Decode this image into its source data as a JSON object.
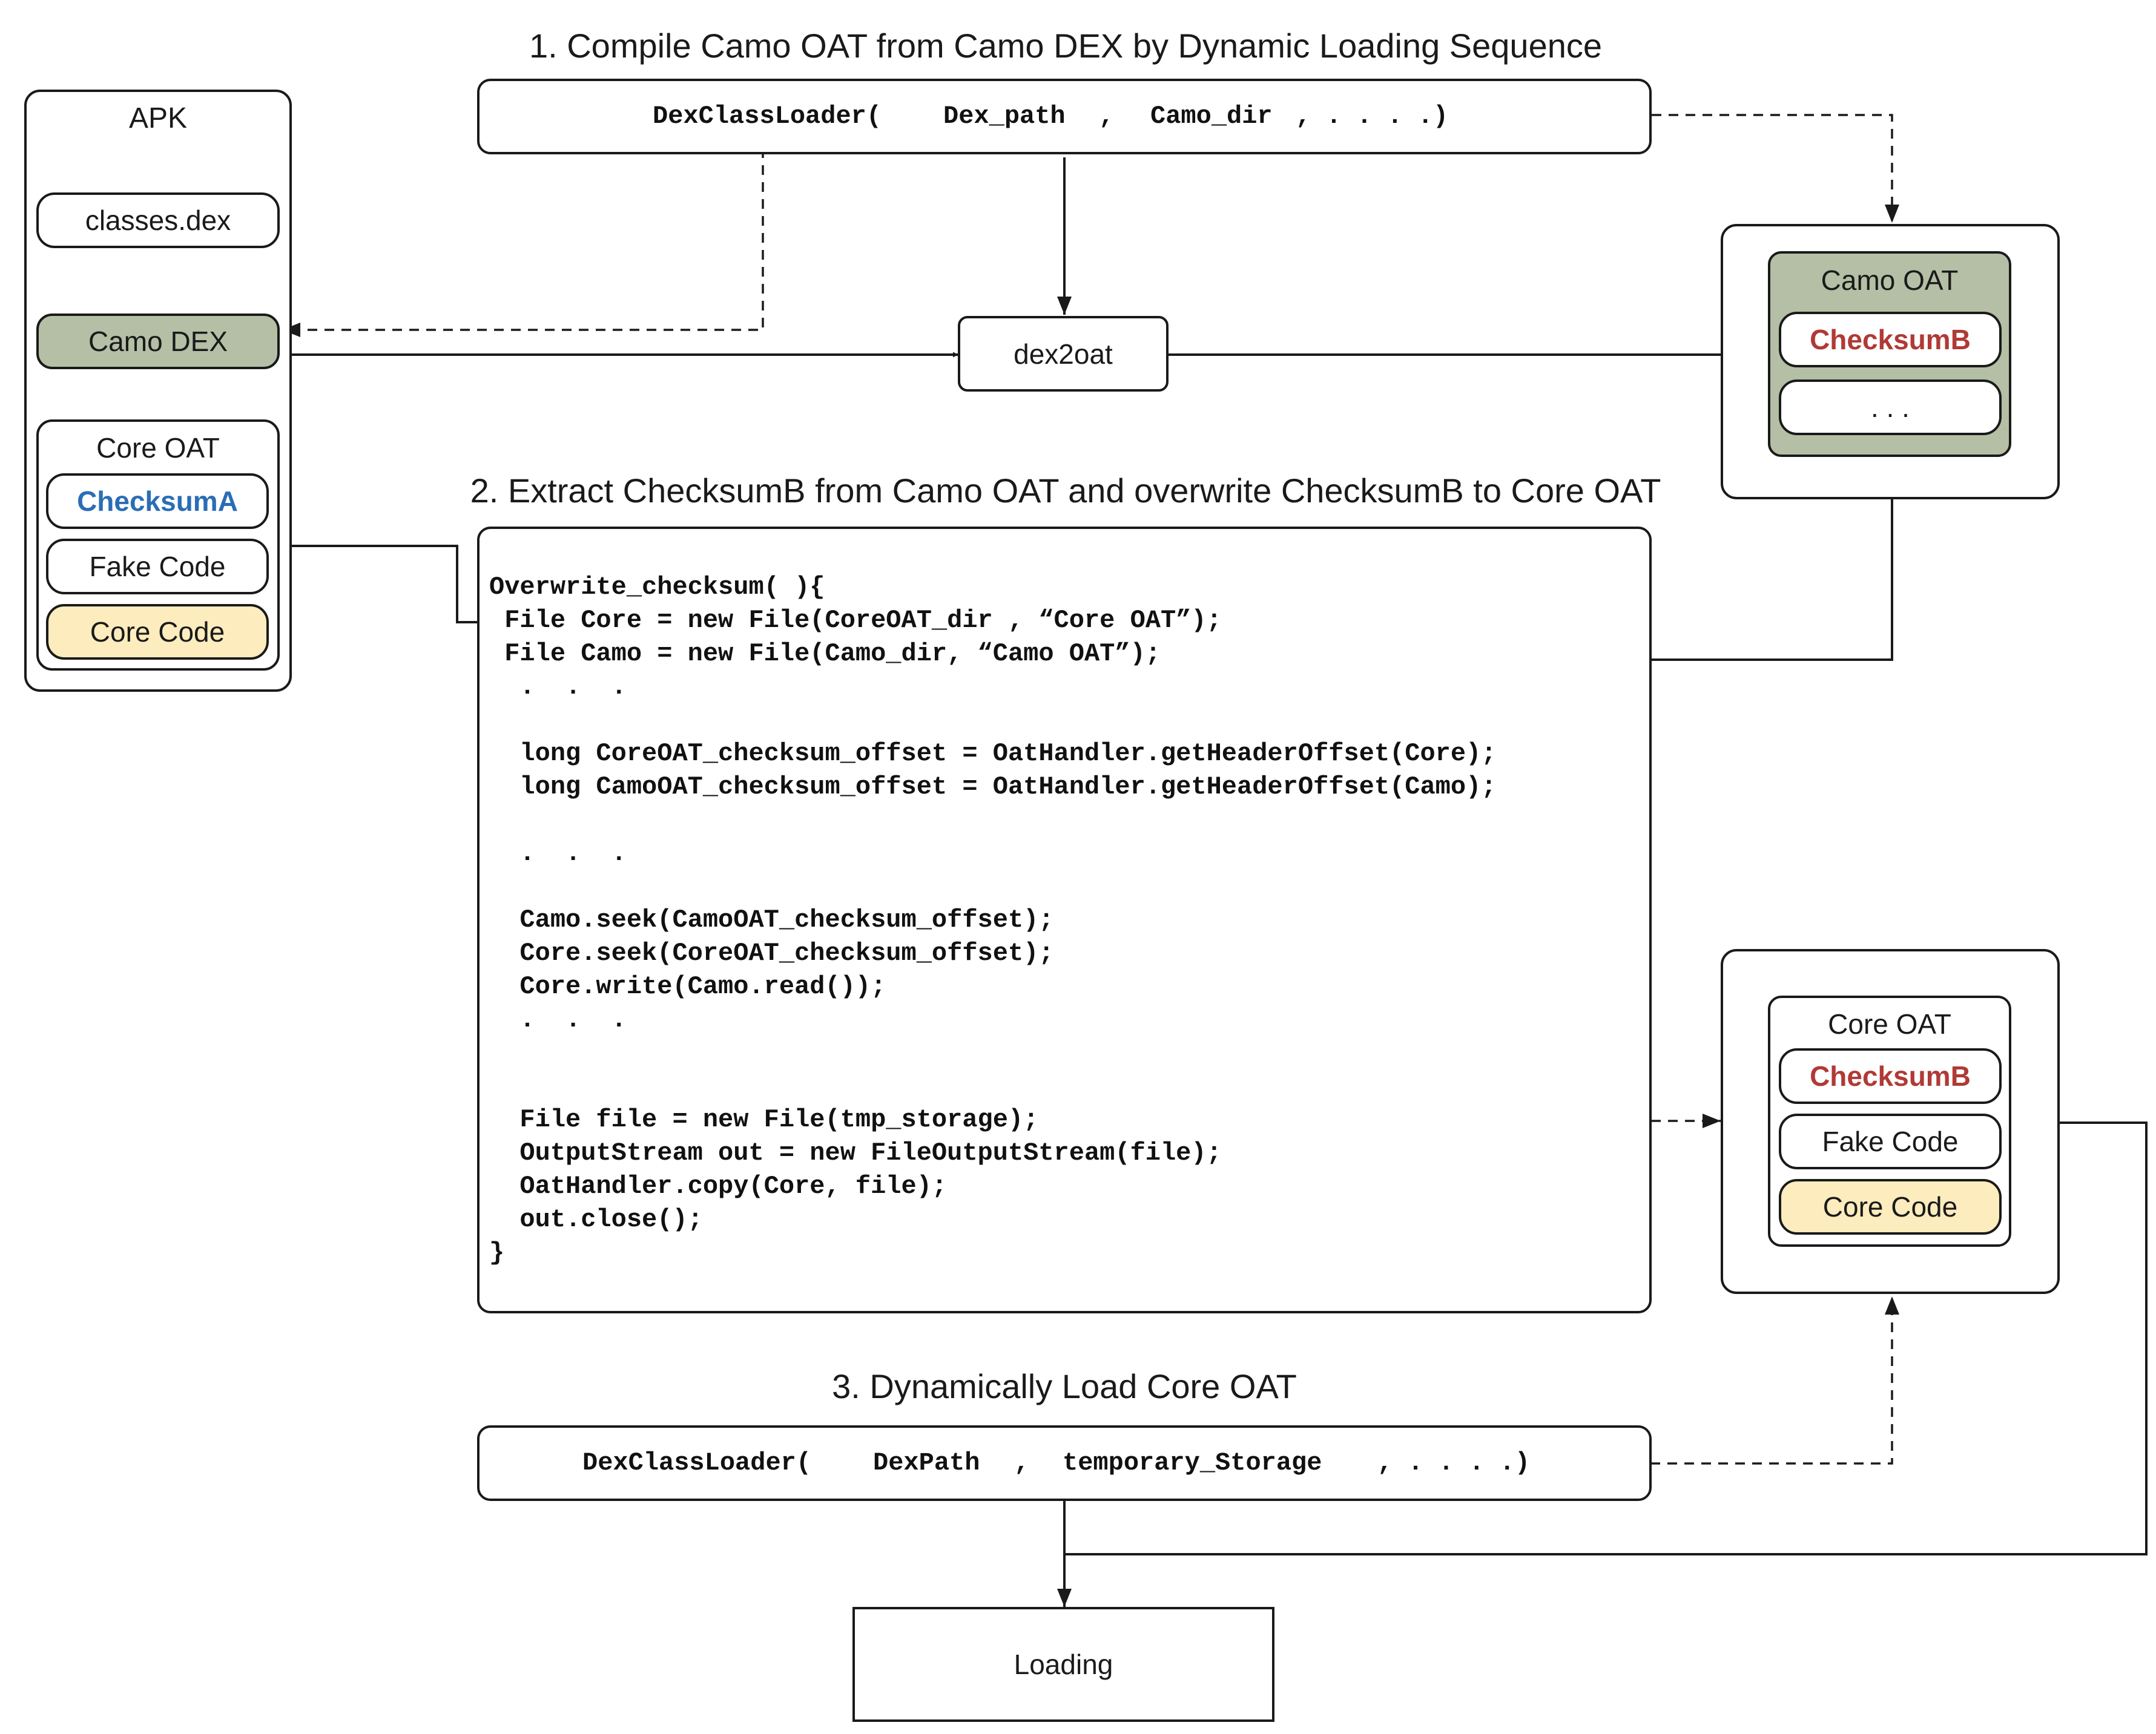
{
  "titles": {
    "step1": "1. Compile Camo OAT from Camo DEX by Dynamic Loading Sequence",
    "step2": "2. Extract ChecksumB from Camo OAT and overwrite ChecksumB to Core OAT",
    "step3": "3. Dynamically Load Core OAT"
  },
  "apk": {
    "title": "APK",
    "classes_dex": "classes.dex",
    "camo_dex": "Camo DEX",
    "core_oat": {
      "title": "Core OAT",
      "checksum": "ChecksumA",
      "fake_code": "Fake Code",
      "core_code": "Core Code"
    }
  },
  "loader1": {
    "call": "DexClassLoader(",
    "arg1": "Dex_path",
    "sep1": ",",
    "arg2": "Camo_dir",
    "rest": ", . . . .)"
  },
  "dex2oat": "dex2oat",
  "camo_oat": {
    "title": "Camo OAT",
    "checksum": "ChecksumB",
    "ellipsis": ". . ."
  },
  "code": {
    "lines": [
      "Overwrite_checksum( ){",
      " File Core = new File(CoreOAT_dir , “Core OAT”);",
      " File Camo = new File(Camo_dir, “Camo OAT”);",
      "",
      "  .  .  .",
      "",
      "  long CoreOAT_checksum_offset = OatHandler.getHeaderOffset(Core);",
      "  long CamoOAT_checksum_offset = OatHandler.getHeaderOffset(Camo);",
      "",
      "  .  .  .",
      "",
      "  Camo.seek(CamoOAT_checksum_offset);",
      "  Core.seek(CoreOAT_checksum_offset);",
      "  Core.write(Camo.read());",
      "  .  .  .",
      "",
      "  File file = new File(tmp_storage);",
      "  OutputStream out = new FileOutputStream(file);",
      "  OatHandler.copy(Core, file);",
      "  out.close();",
      "}"
    ]
  },
  "core_oat_out": {
    "title": "Core OAT",
    "checksum": "ChecksumB",
    "fake_code": "Fake Code",
    "core_code": "Core Code"
  },
  "loader2": {
    "call": "DexClassLoader(",
    "arg1": "DexPath",
    "sep1": ",",
    "arg2": "temporary_Storage",
    "rest": ", . . . .)"
  },
  "loading": "Loading",
  "colors": {
    "checksum_a": "#2a6db5",
    "checksum_b": "#b03a36",
    "core_code_fill": "#fdecbd",
    "camo_fill": "#b4bfa5",
    "stroke": "#1a1a1a"
  }
}
